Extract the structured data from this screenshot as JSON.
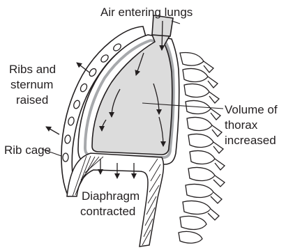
{
  "labels": {
    "air": "Air entering lungs",
    "ribs_line1": "Ribs and",
    "ribs_line2": "sternum",
    "ribs_line3": "raised",
    "volume_line1": "Volume of",
    "volume_line2": "thorax",
    "volume_line3": "increased",
    "rib_cage": "Rib cage",
    "diaphragm_line1": "Diaphragm",
    "diaphragm_line2": "contracted"
  },
  "colors": {
    "ink": "#231f20",
    "lung_fill": "#dcdcdc",
    "lining": "#a7a9ac"
  }
}
